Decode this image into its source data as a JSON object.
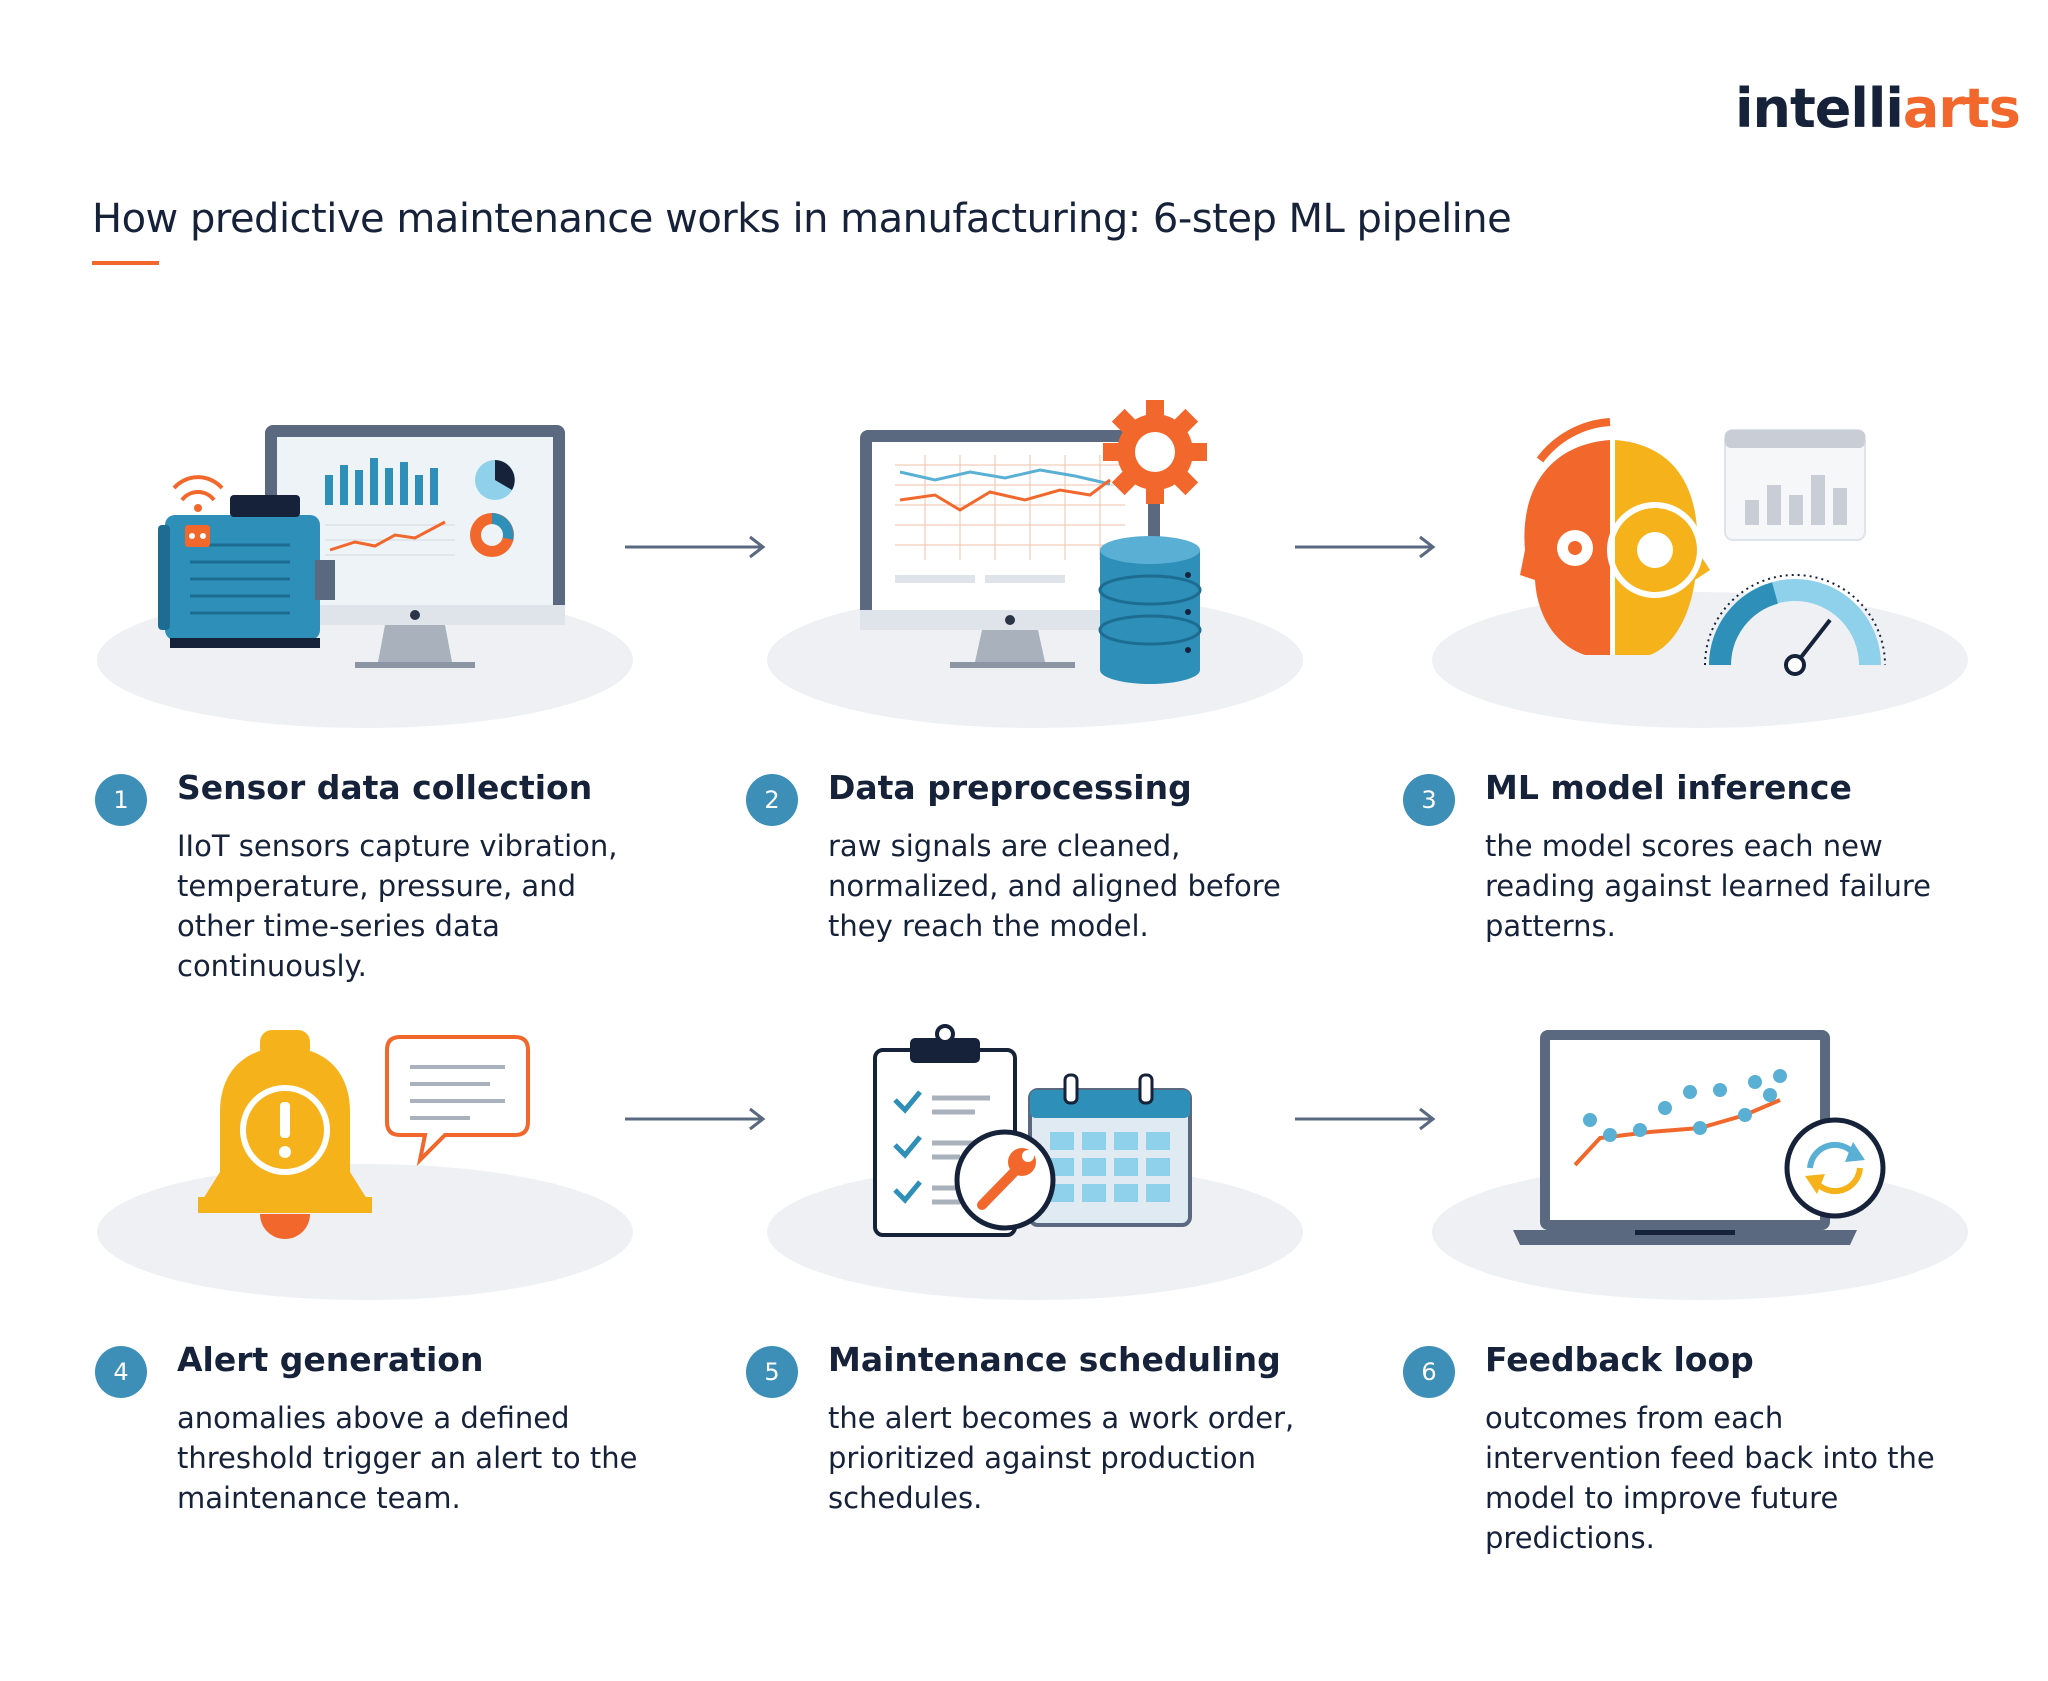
{
  "brand": {
    "logo_dark": "intelli",
    "logo_orange": "arts"
  },
  "header": {
    "title": "How predictive maintenance works in manufacturing: 6-step ML pipeline"
  },
  "colors": {
    "accent_orange": "#f2682c",
    "badge_blue": "#3d8fb8",
    "text_dark": "#16213a",
    "yellow": "#f5b21b",
    "teal": "#2e8fb8"
  },
  "steps": [
    {
      "number": "1",
      "title": "Sensor data collection",
      "description": "IIoT sensors capture vibration, temperature, pressure, and other time-series data continuously.",
      "icon": "motor-monitor-icon"
    },
    {
      "number": "2",
      "title": "Data preprocessing",
      "description": "raw signals are cleaned, normalized, and aligned before they reach the model.",
      "icon": "monitor-database-gear-icon"
    },
    {
      "number": "3",
      "title": "ML model inference",
      "description": "the model scores each new reading against learned failure patterns.",
      "icon": "ai-head-gauge-icon"
    },
    {
      "number": "4",
      "title": "Alert generation",
      "description": "anomalies above a defined threshold trigger an alert to the maintenance team.",
      "icon": "alarm-bell-icon"
    },
    {
      "number": "5",
      "title": "Maintenance scheduling",
      "description": "the alert becomes a work order, prioritized against production schedules.",
      "icon": "checklist-calendar-icon"
    },
    {
      "number": "6",
      "title": "Feedback loop",
      "description": "outcomes from each intervention feed back into the model to improve future predictions.",
      "icon": "laptop-refresh-icon"
    }
  ]
}
